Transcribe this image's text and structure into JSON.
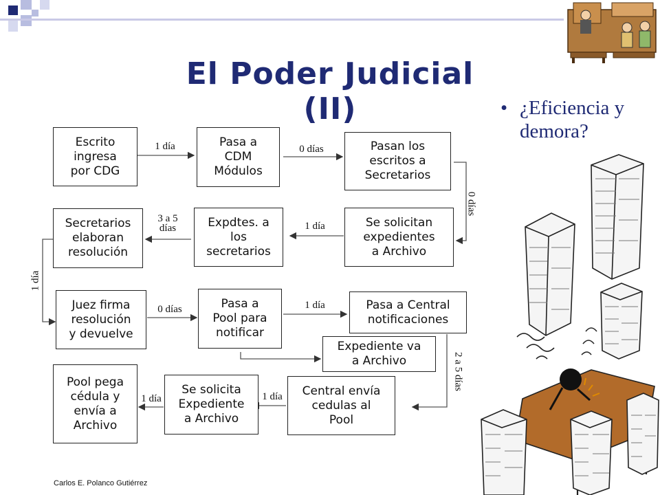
{
  "slide": {
    "title": "El Poder Judicial (II)",
    "bullet_marker": "•",
    "bullet_text": "¿Eficiencia y demora?",
    "author": "Carlos E. Polanco Gutiérrez"
  },
  "diagram": {
    "nodes": [
      {
        "id": "escrito",
        "text": "Escrito\ningresa\npor CDG"
      },
      {
        "id": "pasa-cdm",
        "text": "Pasa a\nCDM\nMódulos"
      },
      {
        "id": "pasan-escritos",
        "text": "Pasan los\nescritos a\nSecretarios"
      },
      {
        "id": "se-solicitan",
        "text": "Se solicitan\nexpedientes\na Archivo"
      },
      {
        "id": "expdtes",
        "text": "Expdtes. a\nlos\nsecretarios"
      },
      {
        "id": "secretarios",
        "text": "Secretarios\nelaboran\nresolución"
      },
      {
        "id": "juez",
        "text": "Juez firma\nresolución\ny devuelve"
      },
      {
        "id": "pool-notificar",
        "text": "Pasa a\nPool para\nnotificar"
      },
      {
        "id": "central-notif",
        "text": "Pasa a Central\nnotificaciones"
      },
      {
        "id": "exp-archivo",
        "text": "Expediente va\na Archivo"
      },
      {
        "id": "central-envia",
        "text": "Central envía\ncedulas al\nPool"
      },
      {
        "id": "solicita-exp",
        "text": "Se solicita\nExpediente\na Archivo"
      },
      {
        "id": "pool-pega",
        "text": "Pool pega\ncédula y\nenvía a\nArchivo"
      }
    ],
    "edge_labels": {
      "e1": "1 día",
      "e2": "0 días",
      "e3": "0 días",
      "e4": "1 día",
      "e5": "3 a 5\ndías",
      "e6": "1 día",
      "e7": "0 días",
      "e8": "1 día",
      "e9": "2 a 5 días",
      "e10": "1 día",
      "e11": "1 día"
    }
  }
}
